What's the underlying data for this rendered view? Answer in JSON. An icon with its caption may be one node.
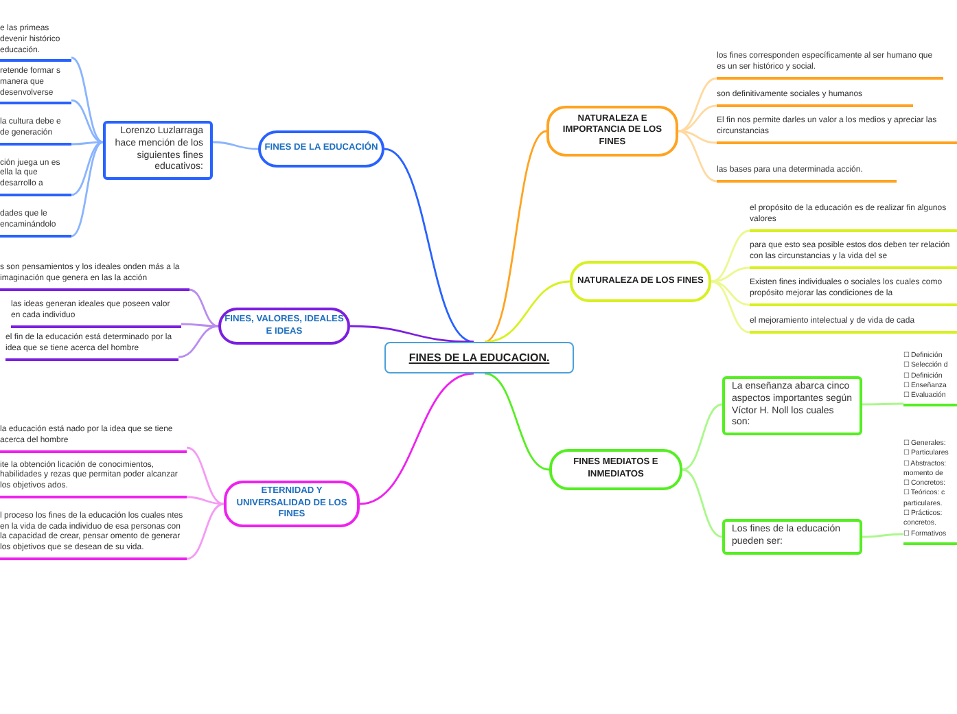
{
  "diagram": {
    "nodes": [
      {
        "text": [
          "FINES DE LA EDUCACION."
        ]
      },
      {
        "text": [
          "FINES DE LA EDUCACIÓN"
        ]
      },
      {
        "text": [
          "Lorenzo Luzlarraga hace mención de los siguientes fines educativos:"
        ]
      },
      {
        "text": [
          "e las primeas devenir histórico educación."
        ]
      },
      {
        "text": [
          "retende formar s manera que desenvolverse"
        ]
      },
      {
        "text": [
          "la cultura debe e de generación"
        ]
      },
      {
        "text": [
          "ción juega un es ella la que desarrollo a"
        ]
      },
      {
        "text": [
          "dades que le encaminándolo"
        ]
      },
      {
        "text": [
          "FINES, VALORES, IDEALES E IDEAS"
        ]
      },
      {
        "text": [
          "s son pensamientos y los ideales onden más a la imaginación que genera en las la acción"
        ]
      },
      {
        "text": [
          "las ideas generan ideales que poseen valor en cada individuo"
        ]
      },
      {
        "text": [
          "el fin de la educación está determinado por la idea que se tiene acerca del hombre"
        ]
      },
      {
        "text": [
          "ETERNIDAD Y UNIVERSALIDAD DE LOS FINES"
        ]
      },
      {
        "text": [
          "la educación está nado por la idea que se tiene acerca del hombre"
        ]
      },
      {
        "text": [
          "ite la obtención licación de conocimientos, habilidades y rezas que permitan poder alcanzar los objetivos ados."
        ]
      },
      {
        "text": [
          "l proceso los fines de la educación los cuales ntes en la vida de cada individuo de esa personas con la capacidad de crear, pensar omento de generar los objetivos que se desean de su vida."
        ]
      },
      {
        "text": [
          "NATURALEZA E IMPORTANCIA DE LOS FINES"
        ]
      },
      {
        "text": [
          "los fines corresponden específicamente al ser humano que es un ser histórico y social."
        ]
      },
      {
        "text": [
          "son definitivamente sociales y humanos"
        ]
      },
      {
        "text": [
          "El fin nos permite darles un valor a los medios y apreciar las circunstancias"
        ]
      },
      {
        "text": [
          "las bases para una determinada acción."
        ]
      },
      {
        "text": [
          "NATURALEZA DE LOS FINES"
        ]
      },
      {
        "text": [
          "el propósito de la educación es de realizar fin algunos valores"
        ]
      },
      {
        "text": [
          "para que esto sea posible estos dos deben ter relación con las circunstancias y la vida del se"
        ]
      },
      {
        "text": [
          "Existen fines individuales o sociales los cuales como propósito mejorar las condiciones de la"
        ]
      },
      {
        "text": [
          "el mejoramiento intelectual y de vida de cada"
        ]
      },
      {
        "text": [
          "FINES MEDIATOS E INMEDIATOS"
        ]
      },
      {
        "text": [
          "La enseñanza abarca cinco aspectos importantes según Víctor H. Noll los cuales son:"
        ]
      },
      {
        "text": [
          "☐ Definición",
          "☐ Selección d",
          "☐ Definición",
          "☐ Enseñanza",
          "☐ Evaluación"
        ]
      },
      {
        "text": [
          "Los fines de la educación pueden ser:"
        ]
      },
      {
        "text": [
          "☐ Generales:",
          "☐ Particulares",
          "☐ Abstractos: momento de",
          "☐ Concretos:",
          "☐ Teóricos: c particulares.",
          "☐ Prácticos: concretos.",
          "☐ Formativos"
        ]
      }
    ],
    "edges": [
      {
        "from": 0,
        "to": 1,
        "arrow": "none",
        "color": "#2962ff"
      },
      {
        "from": 1,
        "to": 2,
        "arrow": "none",
        "color": "#8ab4ff"
      },
      {
        "from": 2,
        "to": 3,
        "arrow": "none",
        "color": "#8ab4ff"
      },
      {
        "from": 2,
        "to": 4,
        "arrow": "none",
        "color": "#8ab4ff"
      },
      {
        "from": 2,
        "to": 5,
        "arrow": "none",
        "color": "#8ab4ff"
      },
      {
        "from": 2,
        "to": 6,
        "arrow": "none",
        "color": "#8ab4ff"
      },
      {
        "from": 2,
        "to": 7,
        "arrow": "none",
        "color": "#8ab4ff"
      },
      {
        "from": 0,
        "to": 8,
        "arrow": "none",
        "color": "#7b1fe0"
      },
      {
        "from": 8,
        "to": 9,
        "arrow": "none",
        "color": "#b98cf0"
      },
      {
        "from": 8,
        "to": 10,
        "arrow": "none",
        "color": "#b98cf0"
      },
      {
        "from": 8,
        "to": 11,
        "arrow": "none",
        "color": "#b98cf0"
      },
      {
        "from": 0,
        "to": 12,
        "arrow": "none",
        "color": "#ee22ee"
      },
      {
        "from": 12,
        "to": 13,
        "arrow": "none",
        "color": "#f59af5"
      },
      {
        "from": 12,
        "to": 14,
        "arrow": "none",
        "color": "#f59af5"
      },
      {
        "from": 12,
        "to": 15,
        "arrow": "none",
        "color": "#f59af5"
      },
      {
        "from": 0,
        "to": 16,
        "arrow": "none",
        "color": "#ffa320"
      },
      {
        "from": 16,
        "to": 17,
        "arrow": "none",
        "color": "#ffd9a0"
      },
      {
        "from": 16,
        "to": 18,
        "arrow": "none",
        "color": "#ffd9a0"
      },
      {
        "from": 16,
        "to": 19,
        "arrow": "none",
        "color": "#ffd9a0"
      },
      {
        "from": 16,
        "to": 20,
        "arrow": "none",
        "color": "#ffd9a0"
      },
      {
        "from": 0,
        "to": 21,
        "arrow": "none",
        "color": "#d8f020"
      },
      {
        "from": 21,
        "to": 22,
        "arrow": "none",
        "color": "#ecf890"
      },
      {
        "from": 21,
        "to": 23,
        "arrow": "none",
        "color": "#ecf890"
      },
      {
        "from": 21,
        "to": 24,
        "arrow": "none",
        "color": "#ecf890"
      },
      {
        "from": 21,
        "to": 25,
        "arrow": "none",
        "color": "#ecf890"
      },
      {
        "from": 0,
        "to": 26,
        "arrow": "none",
        "color": "#55ee22"
      },
      {
        "from": 26,
        "to": 27,
        "arrow": "none",
        "color": "#aaf88a"
      },
      {
        "from": 26,
        "to": 29,
        "arrow": "none",
        "color": "#aaf88a"
      },
      {
        "from": 27,
        "to": 28,
        "arrow": "none",
        "color": "#aaf88a"
      },
      {
        "from": 29,
        "to": 30,
        "arrow": "none",
        "color": "#aaf88a"
      }
    ]
  }
}
